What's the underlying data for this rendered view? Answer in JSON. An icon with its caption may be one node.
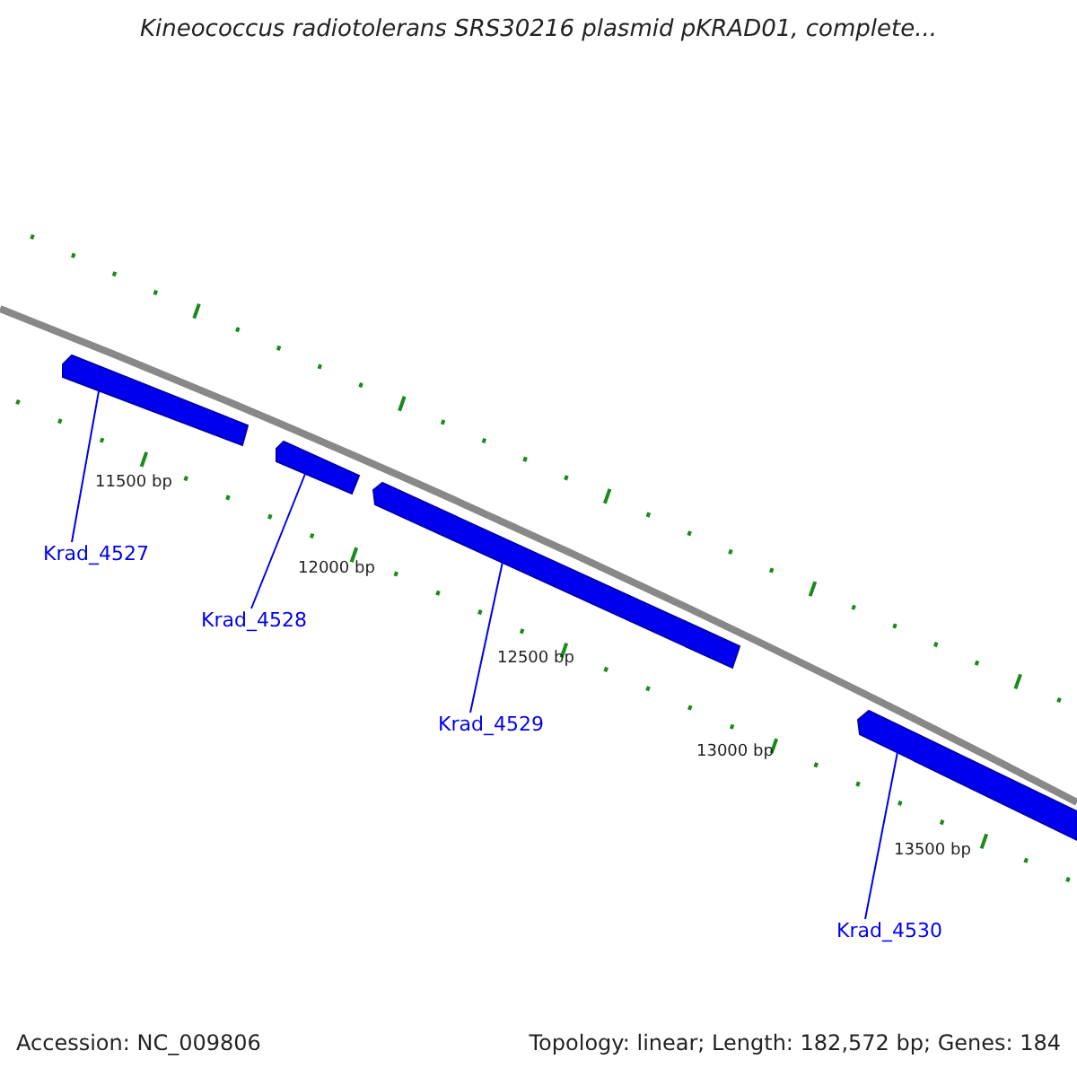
{
  "diagram": {
    "title": "Kineococcus radiotolerans SRS30216 plasmid pKRAD01, complete...",
    "nodes": [
      {
        "text": [],
        "shape": "bar"
      },
      {
        "text": [],
        "shape": "bar"
      },
      {
        "text": [],
        "shape": "bar"
      },
      {
        "text": [],
        "shape": "bar"
      },
      {
        "text": [
          "Krad_4527"
        ]
      },
      {
        "text": [
          "Krad_4528"
        ]
      },
      {
        "text": [
          "Krad_4529"
        ]
      },
      {
        "text": [
          "Krad_4530"
        ]
      }
    ],
    "edges": [
      {
        "from": 4,
        "to": 0,
        "arrow": "none"
      },
      {
        "from": 5,
        "to": 1,
        "arrow": "none"
      },
      {
        "from": 6,
        "to": 2,
        "arrow": "none"
      },
      {
        "from": 7,
        "to": 3,
        "arrow": "none"
      }
    ],
    "labels": [
      "11500 bp",
      "12000 bp",
      "12500 bp",
      "13000 bp",
      "13500 bp",
      "Accession: NC_009806",
      "Topology: linear; Length: 182,572 bp; Genes: 184"
    ]
  }
}
